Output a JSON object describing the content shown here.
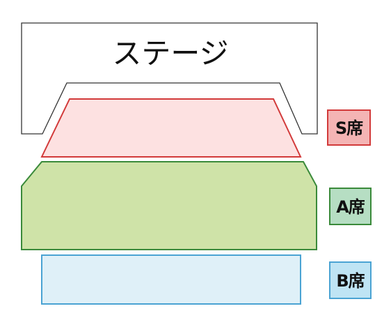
{
  "stage": {
    "label": "ステージ"
  },
  "sections": [
    {
      "id": "s",
      "label": "S席",
      "fill": "#fde1e1",
      "stroke": "#d23a3a",
      "legend_fill": "#f4b4b4"
    },
    {
      "id": "a",
      "label": "A席",
      "fill": "#cfe3a8",
      "stroke": "#3a8a3a",
      "legend_fill": "#b6dec3"
    },
    {
      "id": "b",
      "label": "B席",
      "fill": "#dff0f8",
      "stroke": "#4aa3d3",
      "legend_fill": "#bfe4f4"
    }
  ]
}
